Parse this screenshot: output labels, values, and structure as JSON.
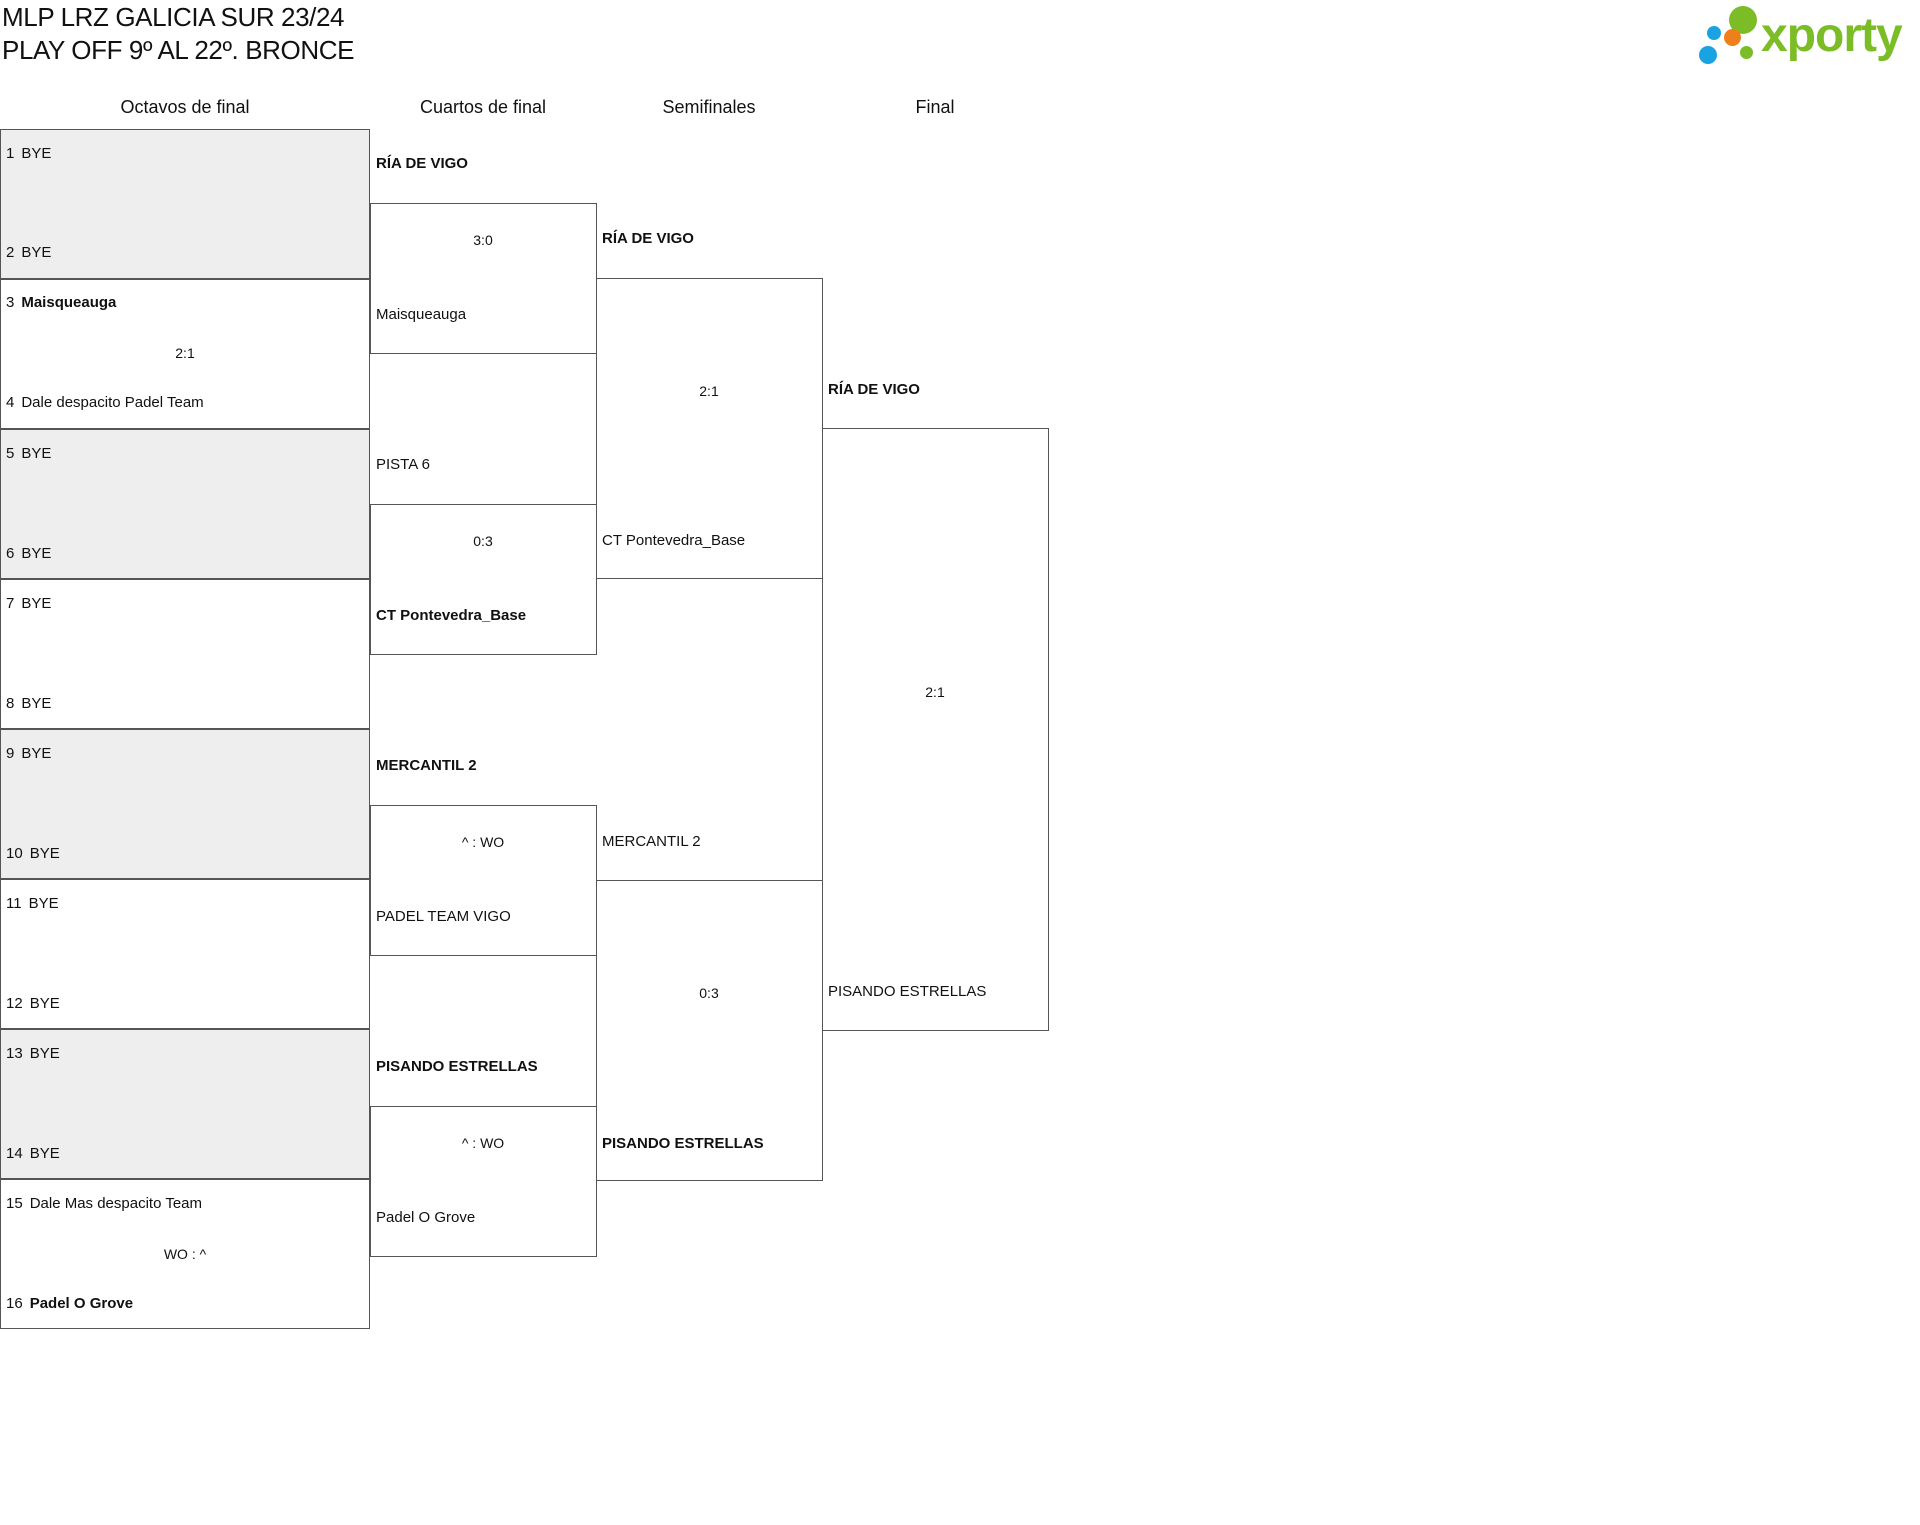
{
  "header": {
    "title_line1": "MLP LRZ GALICIA SUR 23/24",
    "title_line2": "PLAY OFF 9º AL 22º. BRONCE"
  },
  "logo": {
    "text": "xporty",
    "colors": {
      "green": "#7cbd27",
      "blue": "#1aa3e3",
      "orange": "#ee7f1a"
    }
  },
  "rounds": {
    "r1": "Octavos de final",
    "r2": "Cuartos de final",
    "r3": "Semifinales",
    "r4": "Final"
  },
  "octavos": [
    {
      "num_a": "1",
      "team_a": "BYE",
      "num_b": "2",
      "team_b": "BYE",
      "score": ""
    },
    {
      "num_a": "3",
      "team_a": "Maisqueauga",
      "num_b": "4",
      "team_b": "Dale despacito Padel Team",
      "score": "2:1"
    },
    {
      "num_a": "5",
      "team_a": "BYE",
      "num_b": "6",
      "team_b": "BYE",
      "score": ""
    },
    {
      "num_a": "7",
      "team_a": "BYE",
      "num_b": "8",
      "team_b": "BYE",
      "score": ""
    },
    {
      "num_a": "9",
      "team_a": "BYE",
      "num_b": "10",
      "team_b": "BYE",
      "score": ""
    },
    {
      "num_a": "11",
      "team_a": "BYE",
      "num_b": "12",
      "team_b": "BYE",
      "score": ""
    },
    {
      "num_a": "13",
      "team_a": "BYE",
      "num_b": "14",
      "team_b": "BYE",
      "score": ""
    },
    {
      "num_a": "15",
      "team_a": "Dale Mas despacito Team",
      "num_b": "16",
      "team_b": "Padel O Grove",
      "score": "WO : ^"
    }
  ],
  "cuartos": [
    {
      "team_a": "RÍA DE VIGO",
      "team_b": "Maisqueauga",
      "score": "3:0"
    },
    {
      "team_a": "PISTA 6",
      "team_b": "CT Pontevedra_Base",
      "score": "0:3"
    },
    {
      "team_a": "MERCANTIL 2",
      "team_b": "PADEL TEAM VIGO",
      "score": "^ : WO"
    },
    {
      "team_a": "PISANDO ESTRELLAS",
      "team_b": "Padel O Grove",
      "score": "^ : WO"
    }
  ],
  "semis": [
    {
      "team_a": "RÍA DE VIGO",
      "team_b": "CT Pontevedra_Base",
      "score": "2:1"
    },
    {
      "team_a": "MERCANTIL 2",
      "team_b": "PISANDO ESTRELLAS",
      "score": "0:3"
    }
  ],
  "final": {
    "team_a": "RÍA DE VIGO",
    "team_b": "PISANDO ESTRELLAS",
    "score": "2:1"
  }
}
